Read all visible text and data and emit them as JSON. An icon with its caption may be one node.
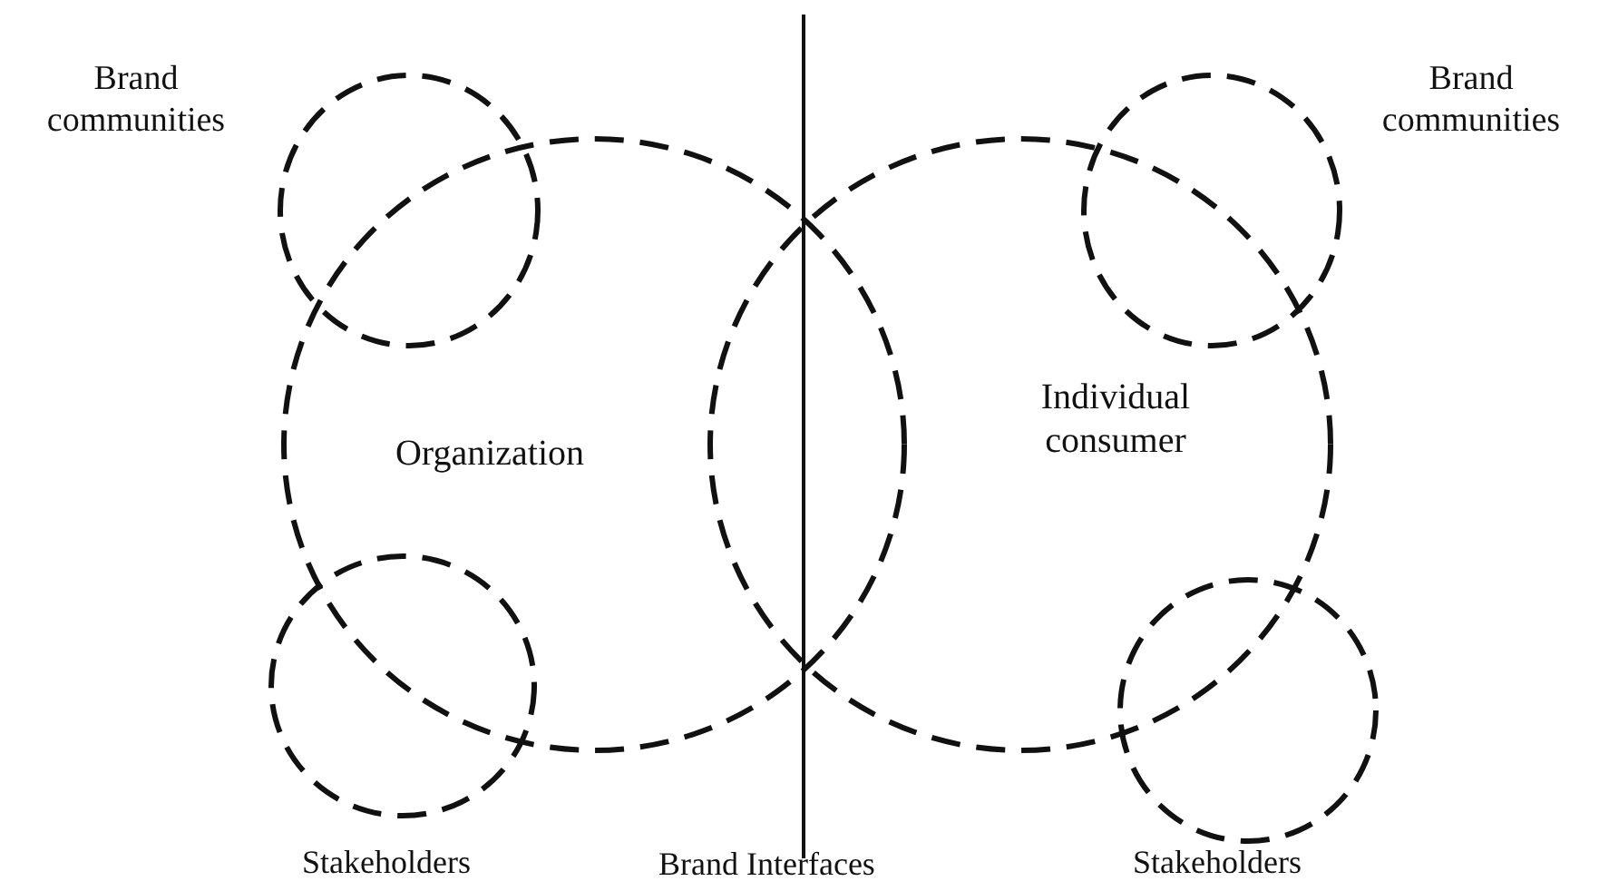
{
  "diagram": {
    "nodes": [
      {
        "text": [
          "Brand communities"
        ]
      },
      {
        "text": [
          "Organization"
        ]
      },
      {
        "text": [
          "Individual consumer"
        ]
      },
      {
        "text": [
          "Brand communities"
        ]
      },
      {
        "text": [
          "Stakeholders"
        ]
      },
      {
        "text": [
          "Stakeholders"
        ]
      }
    ],
    "labels": [
      "Brand Interfaces"
    ]
  }
}
